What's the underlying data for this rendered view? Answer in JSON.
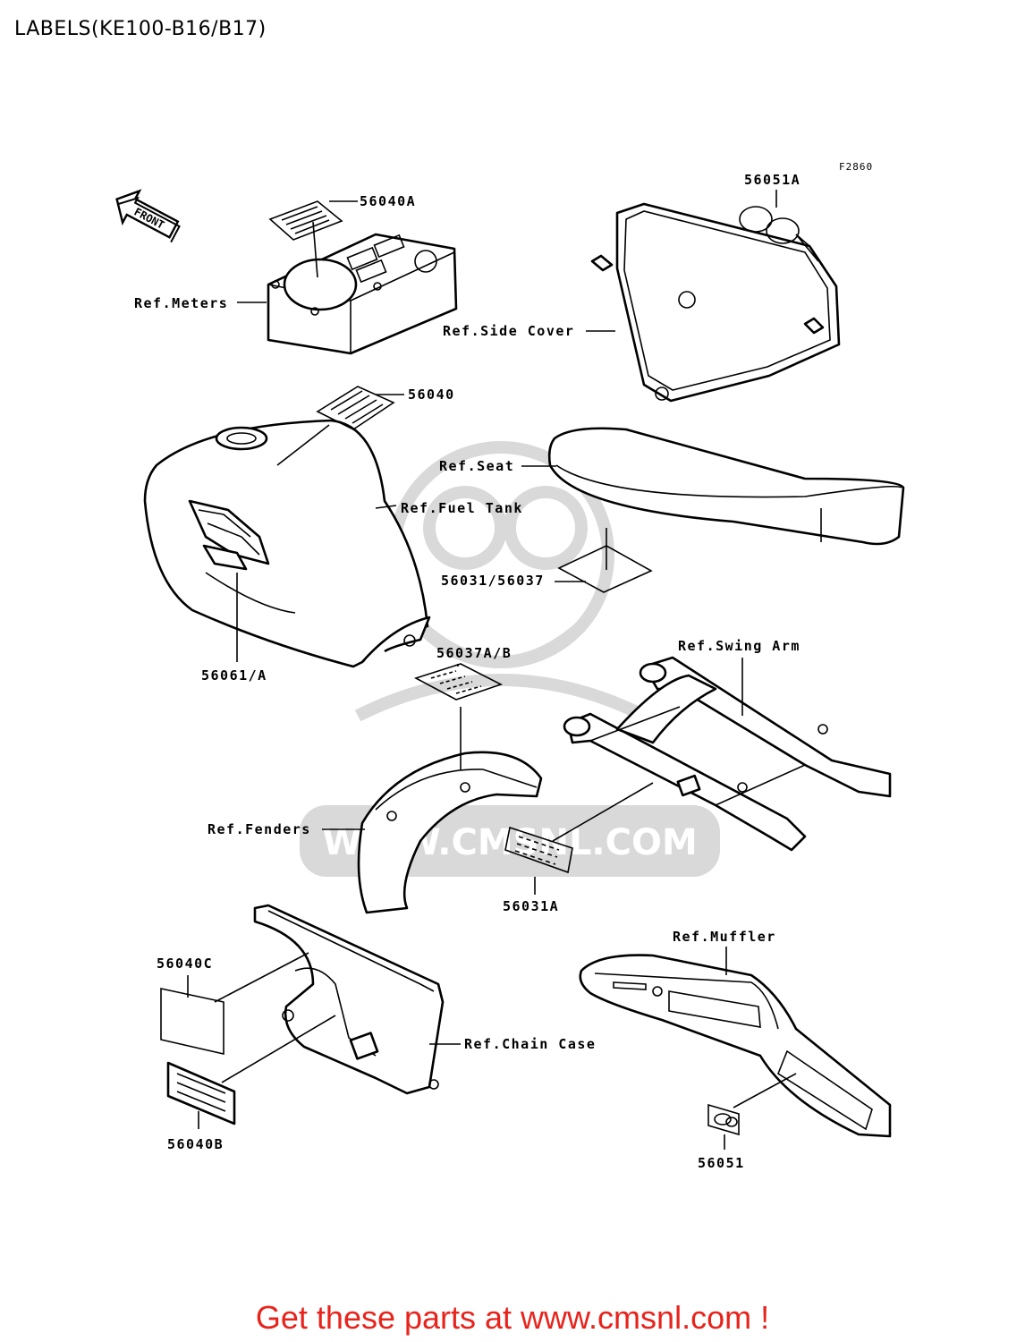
{
  "title": "LABELS(KE100-B16/B17)",
  "figure_id": "F2860",
  "front_label": "FRONT",
  "parts": [
    {
      "id": "56040A"
    },
    {
      "id": "56051A"
    },
    {
      "id": "56040"
    },
    {
      "id": "56031/56037"
    },
    {
      "id": "56061/A"
    },
    {
      "id": "56037A/B"
    },
    {
      "id": "56031A"
    },
    {
      "id": "56040C"
    },
    {
      "id": "56040B"
    },
    {
      "id": "56051"
    }
  ],
  "refs": [
    {
      "text": "Ref.Meters"
    },
    {
      "text": "Ref.Side Cover"
    },
    {
      "text": "Ref.Seat"
    },
    {
      "text": "Ref.Fuel Tank"
    },
    {
      "text": "Ref.Swing Arm"
    },
    {
      "text": "Ref.Fenders"
    },
    {
      "text": "Ref.Muffler"
    },
    {
      "text": "Ref.Chain Case"
    }
  ],
  "watermark": "WWW.CMSNL.COM",
  "footer": "Get these parts at www.cmsnl.com !",
  "colors": {
    "footer": "#e8231c",
    "watermark": "#d9d9d9",
    "line": "#000000"
  }
}
